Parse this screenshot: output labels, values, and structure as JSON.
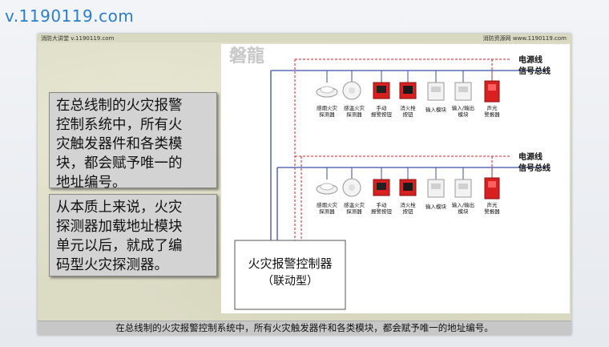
{
  "site_url": "v.1190119.com",
  "header": {
    "left": "消防大讲堂 v.1190119.com",
    "right": "消防资源网 www.1190119.com"
  },
  "watermark": "磐龍",
  "text_boxes": {
    "box1": [
      "在总线制的火灾报警",
      "控制系统中，所有火",
      "灾触发器件和各类模",
      "块，都会赋予唯一的",
      "地址编号。"
    ],
    "box2": [
      "从本质上来说，火灾",
      "探测器加载地址模块",
      "单元以后，就成了编",
      "码型火灾探测器。"
    ]
  },
  "diagram": {
    "line_labels": {
      "power": "电源线",
      "signal": "信号总线"
    },
    "devices": [
      {
        "icon": "smoke-detector-icon",
        "label": [
          "感烟火灾",
          "探测器"
        ]
      },
      {
        "icon": "heat-detector-icon",
        "label": [
          "感温火灾",
          "探测器"
        ]
      },
      {
        "icon": "manual-alarm-button-icon",
        "label": [
          "手动",
          "报警按钮"
        ]
      },
      {
        "icon": "hydrant-button-icon",
        "label": [
          "消火栓",
          "按钮"
        ]
      },
      {
        "icon": "input-module-icon",
        "label": [
          "输入模块"
        ]
      },
      {
        "icon": "io-module-icon",
        "label": [
          "输入/输出",
          "模块"
        ]
      },
      {
        "icon": "sounder-strobe-icon",
        "label": [
          "声光",
          "警报器"
        ]
      }
    ],
    "controller": {
      "title": "火灾报警控制器",
      "subtitle": "（联动型）"
    },
    "colors": {
      "signal_bus": "#3a4fa8",
      "power_line": "#d42020",
      "device_red": "#d82020"
    }
  },
  "caption": "在总线制的火灾报警控制系统中，所有火灾触发器件和各类模块，都会赋予唯一的地址编号。"
}
